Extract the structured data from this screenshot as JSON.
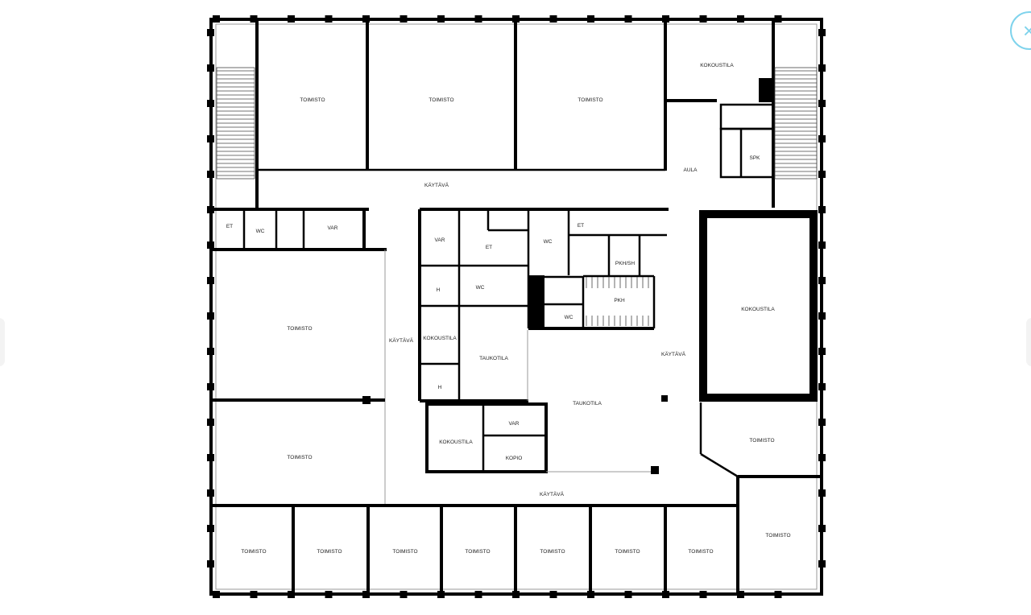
{
  "viewer": {
    "close_icon": "×"
  },
  "rooms": {
    "toimisto_top_1": "TOIMISTO",
    "toimisto_top_2": "TOIMISTO",
    "toimisto_top_3": "TOIMISTO",
    "kokoustila_top": "KOKOUSTILA",
    "aula": "AULA",
    "spk": "SPK",
    "kaytava_top": "KÄYTÄVÄ",
    "et_left": "ET",
    "wc_left": "WC",
    "var_left": "VAR",
    "var_core": "VAR",
    "et_core": "ET",
    "wc_core_1": "WC",
    "et_core_2": "ET",
    "pkh_sh": "PKH/SH",
    "h_1": "H",
    "wc_core_2": "WC",
    "pkh": "PKH",
    "wc_core_3": "WC",
    "kokoustila_core": "KOKOUSTILA",
    "taukotila_1": "TAUKOTILA",
    "kaytava_left": "KÄYTÄVÄ",
    "kaytava_right": "KÄYTÄVÄ",
    "h_2": "H",
    "taukotila_2": "TAUKOTILA",
    "kokoustila_right": "KOKOUSTILA",
    "toimisto_left_1": "TOIMISTO",
    "toimisto_left_2": "TOIMISTO",
    "var_lower": "VAR",
    "kokoustila_lower": "KOKOUSTILA",
    "kopio": "KOPIO",
    "toimisto_right_1": "TOIMISTO",
    "kaytava_bottom": "KÄYTÄVÄ",
    "toimisto_right_2": "TOIMISTO",
    "toimisto_bottom": [
      "TOIMISTO",
      "TOIMISTO",
      "TOIMISTO",
      "TOIMISTO",
      "TOIMISTO",
      "TOIMISTO",
      "TOIMISTO"
    ]
  }
}
